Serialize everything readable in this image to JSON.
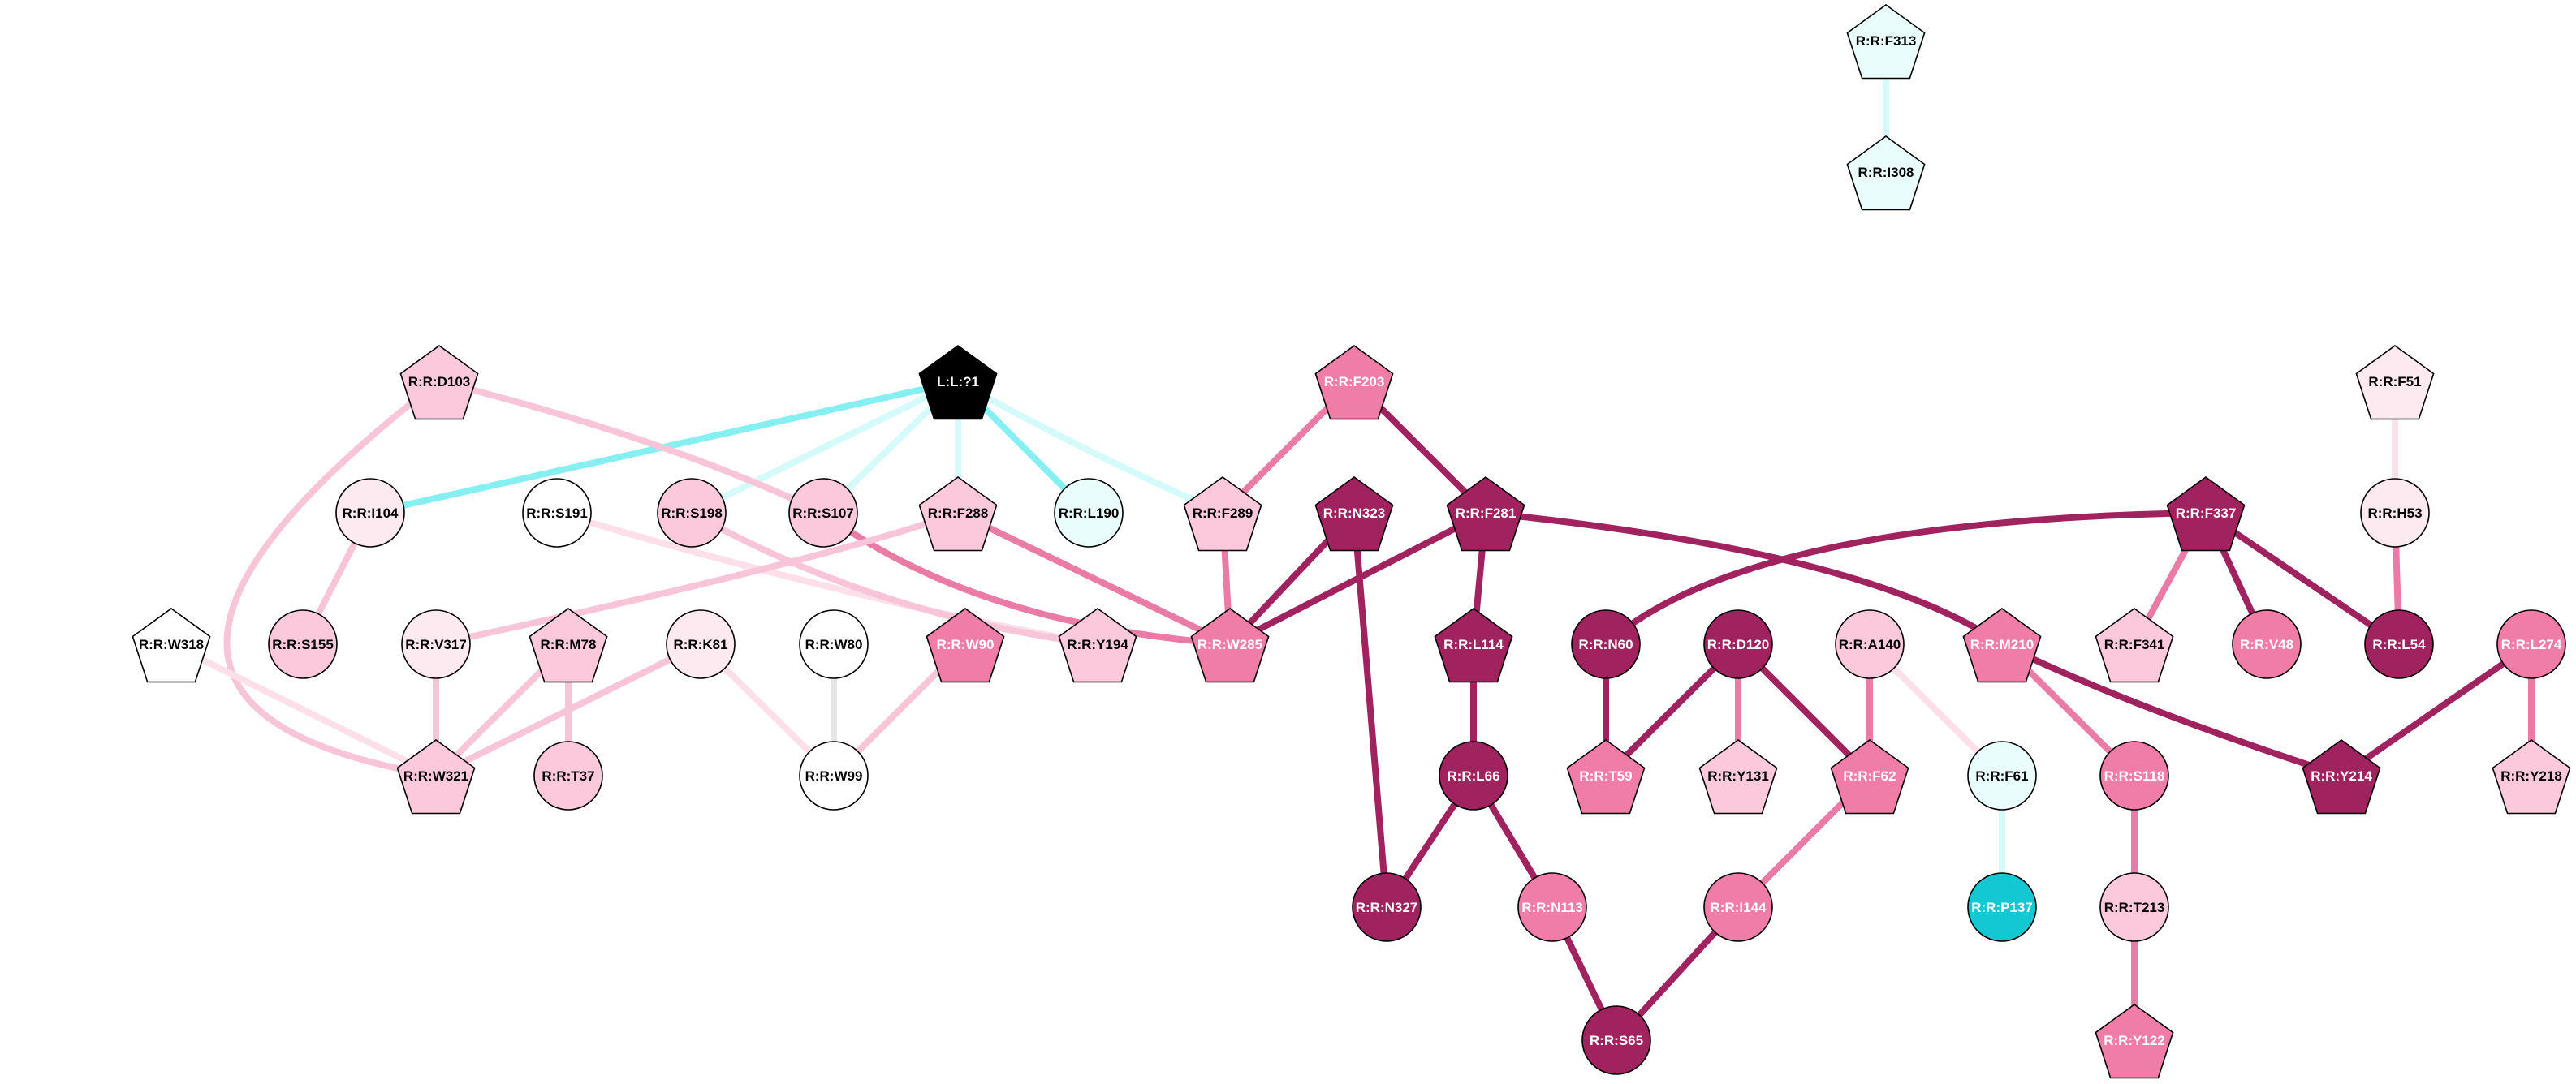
{
  "graph": {
    "colors": {
      "purple": "#a0225e",
      "hotpink": "#f07ca8",
      "pink": "#fbc8dc",
      "palepink": "#fdeaf1",
      "white": "#ffffff",
      "black": "#000000",
      "cyanpale": "#e9fdfd",
      "cyan": "#13c8d2",
      "edge_purple": "#a0225e",
      "edge_hotpink": "#ea7aa6",
      "edge_pink": "#f8c4d8",
      "edge_palepink": "#fcdfe9",
      "edge_gray": "#e6e6e6",
      "edge_cyan": "#86eff2",
      "edge_cyanpale": "#d4fafa"
    },
    "nodes": [
      {
        "id": "F313",
        "label": "R:R:F313",
        "shape": "pentagon",
        "fill": "cyanpale"
      },
      {
        "id": "I308",
        "label": "R:R:I308",
        "shape": "pentagon",
        "fill": "cyanpale"
      },
      {
        "id": "D103",
        "label": "R:R:D103",
        "shape": "pentagon",
        "fill": "pink"
      },
      {
        "id": "L1",
        "label": "L:L:?1",
        "shape": "pentagon",
        "fill": "black"
      },
      {
        "id": "F203",
        "label": "R:R:F203",
        "shape": "pentagon",
        "fill": "hotpink"
      },
      {
        "id": "F51",
        "label": "R:R:F51",
        "shape": "pentagon",
        "fill": "palepink"
      },
      {
        "id": "I104",
        "label": "R:R:I104",
        "shape": "circle",
        "fill": "palepink"
      },
      {
        "id": "S191",
        "label": "R:R:S191",
        "shape": "circle",
        "fill": "white"
      },
      {
        "id": "S198",
        "label": "R:R:S198",
        "shape": "circle",
        "fill": "pink"
      },
      {
        "id": "S107",
        "label": "R:R:S107",
        "shape": "circle",
        "fill": "pink"
      },
      {
        "id": "F288",
        "label": "R:R:F288",
        "shape": "pentagon",
        "fill": "pink"
      },
      {
        "id": "L190",
        "label": "R:R:L190",
        "shape": "circle",
        "fill": "cyanpale"
      },
      {
        "id": "F289",
        "label": "R:R:F289",
        "shape": "pentagon",
        "fill": "pink"
      },
      {
        "id": "N323",
        "label": "R:R:N323",
        "shape": "pentagon",
        "fill": "purple"
      },
      {
        "id": "F281",
        "label": "R:R:F281",
        "shape": "pentagon",
        "fill": "purple"
      },
      {
        "id": "F337",
        "label": "R:R:F337",
        "shape": "pentagon",
        "fill": "purple"
      },
      {
        "id": "H53",
        "label": "R:R:H53",
        "shape": "circle",
        "fill": "palepink"
      },
      {
        "id": "W318",
        "label": "R:R:W318",
        "shape": "pentagon",
        "fill": "white"
      },
      {
        "id": "S155",
        "label": "R:R:S155",
        "shape": "circle",
        "fill": "pink"
      },
      {
        "id": "V317",
        "label": "R:R:V317",
        "shape": "circle",
        "fill": "palepink"
      },
      {
        "id": "M78",
        "label": "R:R:M78",
        "shape": "pentagon",
        "fill": "pink"
      },
      {
        "id": "K81",
        "label": "R:R:K81",
        "shape": "circle",
        "fill": "palepink"
      },
      {
        "id": "W80",
        "label": "R:R:W80",
        "shape": "circle",
        "fill": "white"
      },
      {
        "id": "W90",
        "label": "R:R:W90",
        "shape": "pentagon",
        "fill": "hotpink"
      },
      {
        "id": "Y194",
        "label": "R:R:Y194",
        "shape": "pentagon",
        "fill": "pink"
      },
      {
        "id": "W285",
        "label": "R:R:W285",
        "shape": "pentagon",
        "fill": "hotpink"
      },
      {
        "id": "L114",
        "label": "R:R:L114",
        "shape": "pentagon",
        "fill": "purple"
      },
      {
        "id": "N60",
        "label": "R:R:N60",
        "shape": "circle",
        "fill": "purple"
      },
      {
        "id": "D120",
        "label": "R:R:D120",
        "shape": "circle",
        "fill": "purple"
      },
      {
        "id": "A140",
        "label": "R:R:A140",
        "shape": "circle",
        "fill": "pink"
      },
      {
        "id": "M210",
        "label": "R:R:M210",
        "shape": "pentagon",
        "fill": "hotpink"
      },
      {
        "id": "F341",
        "label": "R:R:F341",
        "shape": "pentagon",
        "fill": "pink"
      },
      {
        "id": "V48",
        "label": "R:R:V48",
        "shape": "circle",
        "fill": "hotpink"
      },
      {
        "id": "L54",
        "label": "R:R:L54",
        "shape": "circle",
        "fill": "purple"
      },
      {
        "id": "L274",
        "label": "R:R:L274",
        "shape": "circle",
        "fill": "hotpink"
      },
      {
        "id": "W321",
        "label": "R:R:W321",
        "shape": "pentagon",
        "fill": "pink"
      },
      {
        "id": "T37",
        "label": "R:R:T37",
        "shape": "circle",
        "fill": "pink"
      },
      {
        "id": "W99",
        "label": "R:R:W99",
        "shape": "circle",
        "fill": "white"
      },
      {
        "id": "L66",
        "label": "R:R:L66",
        "shape": "circle",
        "fill": "purple"
      },
      {
        "id": "T59",
        "label": "R:R:T59",
        "shape": "pentagon",
        "fill": "hotpink"
      },
      {
        "id": "Y131",
        "label": "R:R:Y131",
        "shape": "pentagon",
        "fill": "pink"
      },
      {
        "id": "F62",
        "label": "R:R:F62",
        "shape": "pentagon",
        "fill": "hotpink"
      },
      {
        "id": "F61",
        "label": "R:R:F61",
        "shape": "circle",
        "fill": "cyanpale"
      },
      {
        "id": "S118",
        "label": "R:R:S118",
        "shape": "circle",
        "fill": "hotpink"
      },
      {
        "id": "Y214",
        "label": "R:R:Y214",
        "shape": "pentagon",
        "fill": "purple"
      },
      {
        "id": "Y218",
        "label": "R:R:Y218",
        "shape": "pentagon",
        "fill": "pink"
      },
      {
        "id": "N327",
        "label": "R:R:N327",
        "shape": "circle",
        "fill": "purple"
      },
      {
        "id": "N113",
        "label": "R:R:N113",
        "shape": "circle",
        "fill": "hotpink"
      },
      {
        "id": "I144",
        "label": "R:R:I144",
        "shape": "circle",
        "fill": "hotpink"
      },
      {
        "id": "P137",
        "label": "R:R:P137",
        "shape": "circle",
        "fill": "cyan"
      },
      {
        "id": "T213",
        "label": "R:R:T213",
        "shape": "circle",
        "fill": "pink"
      },
      {
        "id": "S65",
        "label": "R:R:S65",
        "shape": "circle",
        "fill": "purple"
      },
      {
        "id": "Y122",
        "label": "R:R:Y122",
        "shape": "pentagon",
        "fill": "hotpink"
      }
    ],
    "edges": [
      {
        "source": "F313",
        "target": "I308",
        "color": "edge_cyanpale"
      },
      {
        "source": "L1",
        "target": "I104",
        "color": "edge_cyan"
      },
      {
        "source": "L1",
        "target": "S198",
        "color": "edge_cyanpale"
      },
      {
        "source": "L1",
        "target": "S107",
        "color": "edge_cyanpale"
      },
      {
        "source": "L1",
        "target": "F288",
        "color": "edge_cyanpale"
      },
      {
        "source": "L1",
        "target": "L190",
        "color": "edge_cyan"
      },
      {
        "source": "L1",
        "target": "F289",
        "color": "edge_cyanpale"
      },
      {
        "source": "D103",
        "target": "S107",
        "color": "edge_pink"
      },
      {
        "source": "D103",
        "target": "W321",
        "color": "edge_pink"
      },
      {
        "source": "F203",
        "target": "F289",
        "color": "edge_hotpink"
      },
      {
        "source": "F203",
        "target": "F281",
        "color": "edge_purple"
      },
      {
        "source": "F51",
        "target": "H53",
        "color": "edge_palepink"
      },
      {
        "source": "I104",
        "target": "S155",
        "color": "edge_pink"
      },
      {
        "source": "S191",
        "target": "Y194",
        "color": "edge_palepink"
      },
      {
        "source": "S198",
        "target": "Y194",
        "color": "edge_pink"
      },
      {
        "source": "S107",
        "target": "W285",
        "color": "edge_hotpink"
      },
      {
        "source": "F288",
        "target": "W285",
        "color": "edge_hotpink"
      },
      {
        "source": "F288",
        "target": "V317",
        "color": "edge_pink"
      },
      {
        "source": "F289",
        "target": "W285",
        "color": "edge_hotpink"
      },
      {
        "source": "N323",
        "target": "W285",
        "color": "edge_purple"
      },
      {
        "source": "N323",
        "target": "N327",
        "color": "edge_purple"
      },
      {
        "source": "F281",
        "target": "W285",
        "color": "edge_purple"
      },
      {
        "source": "F281",
        "target": "L114",
        "color": "edge_purple"
      },
      {
        "source": "F281",
        "target": "M210",
        "color": "edge_purple"
      },
      {
        "source": "F337",
        "target": "N60",
        "color": "edge_purple"
      },
      {
        "source": "F337",
        "target": "F341",
        "color": "edge_hotpink"
      },
      {
        "source": "F337",
        "target": "V48",
        "color": "edge_purple"
      },
      {
        "source": "F337",
        "target": "L54",
        "color": "edge_purple"
      },
      {
        "source": "H53",
        "target": "L54",
        "color": "edge_hotpink"
      },
      {
        "source": "W318",
        "target": "W321",
        "color": "edge_palepink"
      },
      {
        "source": "V317",
        "target": "W321",
        "color": "edge_pink"
      },
      {
        "source": "M78",
        "target": "W321",
        "color": "edge_pink"
      },
      {
        "source": "M78",
        "target": "T37",
        "color": "edge_pink"
      },
      {
        "source": "K81",
        "target": "W321",
        "color": "edge_pink"
      },
      {
        "source": "K81",
        "target": "W99",
        "color": "edge_palepink"
      },
      {
        "source": "W80",
        "target": "W99",
        "color": "edge_gray"
      },
      {
        "source": "W90",
        "target": "W99",
        "color": "edge_pink"
      },
      {
        "source": "L114",
        "target": "L66",
        "color": "edge_purple"
      },
      {
        "source": "L66",
        "target": "N327",
        "color": "edge_purple"
      },
      {
        "source": "L66",
        "target": "N113",
        "color": "edge_purple"
      },
      {
        "source": "N113",
        "target": "S65",
        "color": "edge_purple"
      },
      {
        "source": "N60",
        "target": "T59",
        "color": "edge_purple"
      },
      {
        "source": "D120",
        "target": "T59",
        "color": "edge_purple"
      },
      {
        "source": "D120",
        "target": "Y131",
        "color": "edge_hotpink"
      },
      {
        "source": "D120",
        "target": "F62",
        "color": "edge_purple"
      },
      {
        "source": "A140",
        "target": "F62",
        "color": "edge_hotpink"
      },
      {
        "source": "A140",
        "target": "F61",
        "color": "edge_palepink"
      },
      {
        "source": "F62",
        "target": "I144",
        "color": "edge_hotpink"
      },
      {
        "source": "I144",
        "target": "S65",
        "color": "edge_purple"
      },
      {
        "source": "F61",
        "target": "P137",
        "color": "edge_cyanpale"
      },
      {
        "source": "M210",
        "target": "S118",
        "color": "edge_hotpink"
      },
      {
        "source": "M210",
        "target": "Y214",
        "color": "edge_purple"
      },
      {
        "source": "S118",
        "target": "T213",
        "color": "edge_hotpink"
      },
      {
        "source": "T213",
        "target": "Y122",
        "color": "edge_hotpink"
      },
      {
        "source": "L274",
        "target": "Y214",
        "color": "edge_purple"
      },
      {
        "source": "L274",
        "target": "Y218",
        "color": "edge_hotpink"
      }
    ]
  }
}
